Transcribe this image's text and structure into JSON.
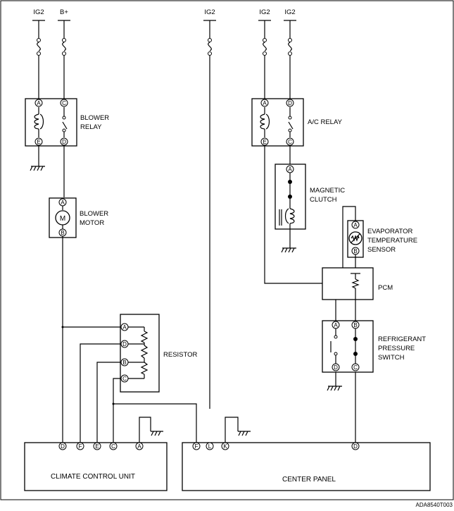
{
  "supplies": {
    "s1": "IG2",
    "s2": "B+",
    "s3": "IG2",
    "s4": "IG2",
    "s5": "IG2"
  },
  "components": {
    "blower_relay": {
      "line1": "BLOWER",
      "line2": "RELAY",
      "pins": {
        "A": "A",
        "C": "C",
        "E": "E",
        "D": "D"
      }
    },
    "blower_motor": {
      "line1": "BLOWER",
      "line2": "MOTOR",
      "symbol": "M",
      "pins": {
        "A": "A",
        "B": "B"
      }
    },
    "resistor": {
      "label": "RESISTOR",
      "pins": {
        "A": "A",
        "D": "D",
        "B": "B",
        "C": "C"
      }
    },
    "ac_relay": {
      "label": "A/C RELAY",
      "pins": {
        "A": "A",
        "D": "D",
        "E": "E",
        "C": "C"
      }
    },
    "magnetic_clutch": {
      "line1": "MAGNETIC",
      "line2": "CLUTCH",
      "pins": {
        "A": "A"
      }
    },
    "evap_sensor": {
      "line1": "EVAPORATOR",
      "line2": "TEMPERATURE",
      "line3": "SENSOR",
      "pins": {
        "A": "A",
        "B": "B"
      }
    },
    "pcm": {
      "label": "PCM"
    },
    "pressure_switch": {
      "line1": "REFRIGERANT",
      "line2": "PRESSURE",
      "line3": "SWITCH",
      "pins": {
        "A": "A",
        "B": "B",
        "D": "D",
        "C": "C"
      }
    },
    "climate_control_unit": {
      "label": "CLIMATE CONTROL UNIT",
      "pins": [
        "D",
        "F",
        "E",
        "C",
        "A"
      ]
    },
    "center_panel": {
      "label": "CENTER PANEL",
      "pins": [
        "F",
        "L",
        "K",
        "D"
      ]
    }
  },
  "diagram_code": "ADA8540T003"
}
